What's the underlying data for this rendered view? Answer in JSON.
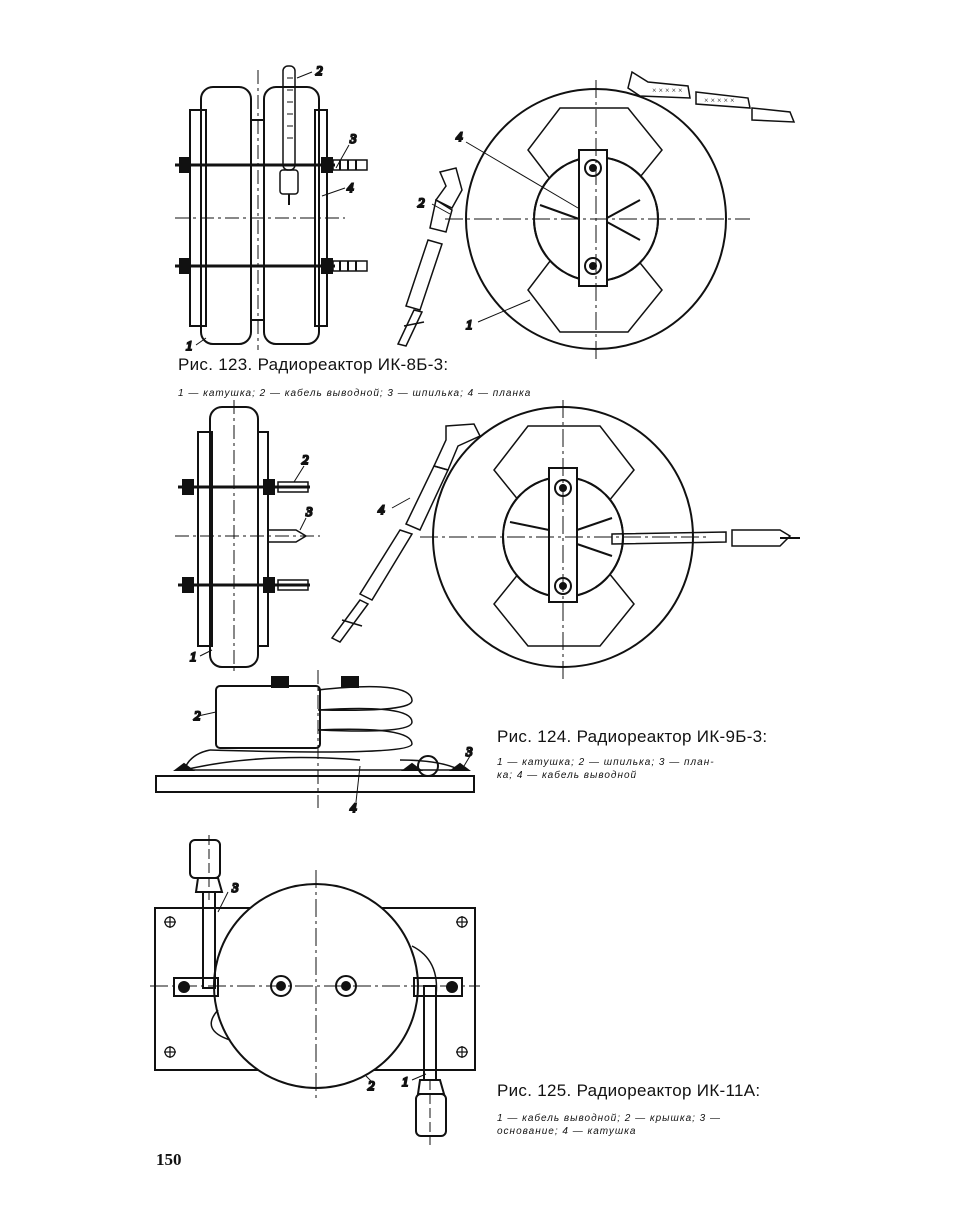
{
  "page_number": "150",
  "figures": [
    {
      "id": "fig123",
      "title": "Рис. 123. Радиореактор ИК-8Б-3:",
      "legend": "1 — катушка; 2 — кабель выводной; 3 — шпилька; 4 — планка",
      "callouts": [
        "1",
        "2",
        "3",
        "4",
        "1",
        "2",
        "4"
      ]
    },
    {
      "id": "fig124",
      "title": "Рис. 124. Радиореактор ИК-9Б-3:",
      "legend_line1": "1 — катушка; 2 — шпилька; 3 — план-",
      "legend_line2": "ка; 4 — кабель выводной",
      "callouts": [
        "2",
        "3",
        "1",
        "4",
        "2",
        "3",
        "4"
      ]
    },
    {
      "id": "fig125",
      "title": "Рис. 125. Радиореактор ИК-11А:",
      "legend_line1": "1 — кабель выводной; 2 — крышка; 3 —",
      "legend_line2": "основание; 4 — катушка",
      "callouts": [
        "3",
        "1",
        "2"
      ]
    }
  ]
}
